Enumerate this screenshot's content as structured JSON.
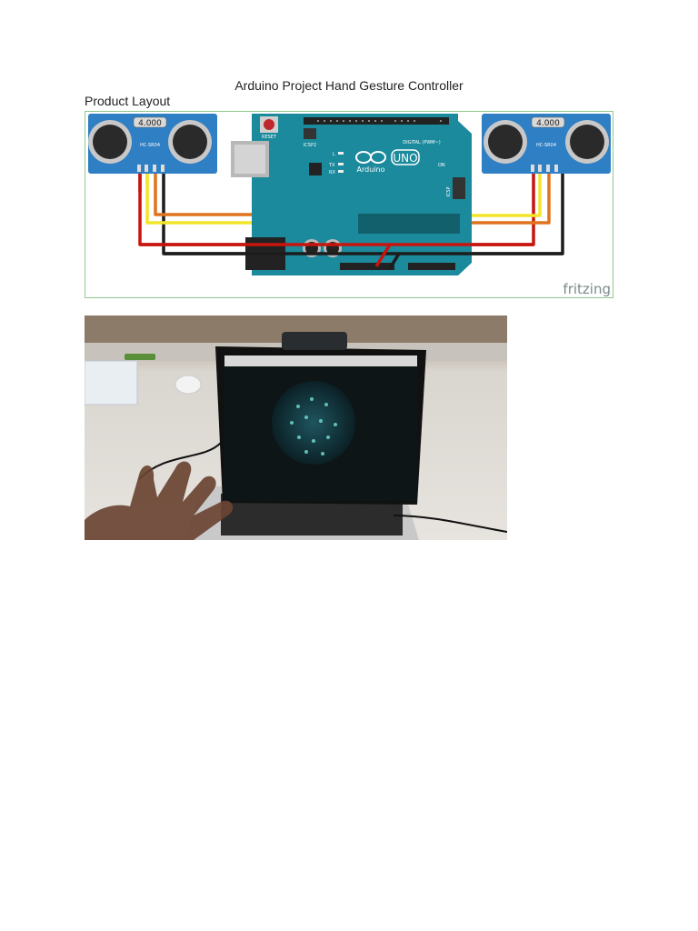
{
  "document": {
    "title": "Arduino Project Hand Gesture Controller",
    "section_label": "Product Layout"
  },
  "diagram": {
    "left_sensor_label": "4.000",
    "right_sensor_label": "4.000",
    "sensor_model": "HC-SR04",
    "board_logo_text": "Arduino",
    "board_model": "UNO",
    "reset_label": "RESET",
    "icsp2_label": "ICSP2",
    "icsp_label": "ICSP",
    "led_l_label": "L",
    "led_tx_label": "TX",
    "led_rx_label": "RX",
    "on_label": "ON",
    "digital_header_label": "DIGITAL (PWM~)",
    "watermark": "fritzing",
    "wire_colors": {
      "orange": "#e0731f",
      "yellow": "#f2e52a",
      "red": "#c7150e",
      "black": "#1c1c1c"
    }
  }
}
